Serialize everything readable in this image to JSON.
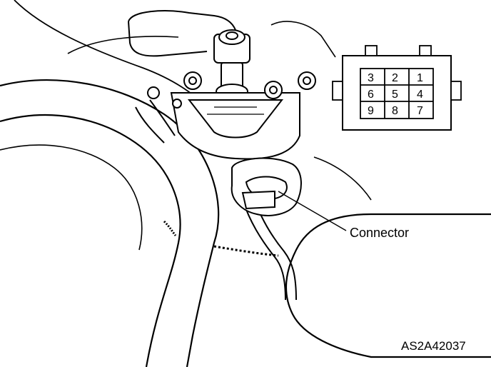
{
  "diagram": {
    "callout_label": "Connector",
    "figure_id": "AS2A42037",
    "connector_pins": {
      "row1": [
        "3",
        "2",
        "1"
      ],
      "row2": [
        "6",
        "5",
        "4"
      ],
      "row3": [
        "9",
        "8",
        "7"
      ]
    }
  }
}
